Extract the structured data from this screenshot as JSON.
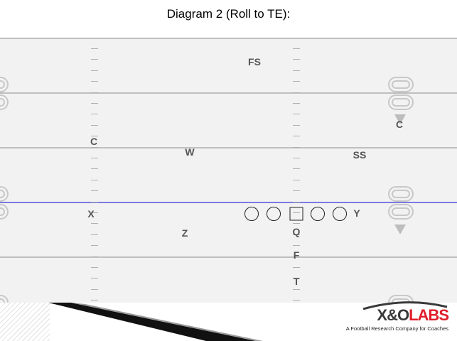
{
  "title": "Diagram 2 (Roll to TE):",
  "players": {
    "fs": "FS",
    "c_left": "C",
    "c_right": "C",
    "w": "W",
    "ss": "SS",
    "x": "X",
    "y": "Y",
    "z": "Z",
    "q": "Q",
    "f": "F",
    "t": "T"
  },
  "logo": {
    "xo": "X&O",
    "labs": "LABS",
    "tagline": "A Football Research Company for Coaches"
  },
  "colors": {
    "field": "#f2f2f2",
    "yard_line": "#bfbfbf",
    "line_of_scrimmage": "#7b7be0",
    "logo_red": "#e11d2b"
  }
}
